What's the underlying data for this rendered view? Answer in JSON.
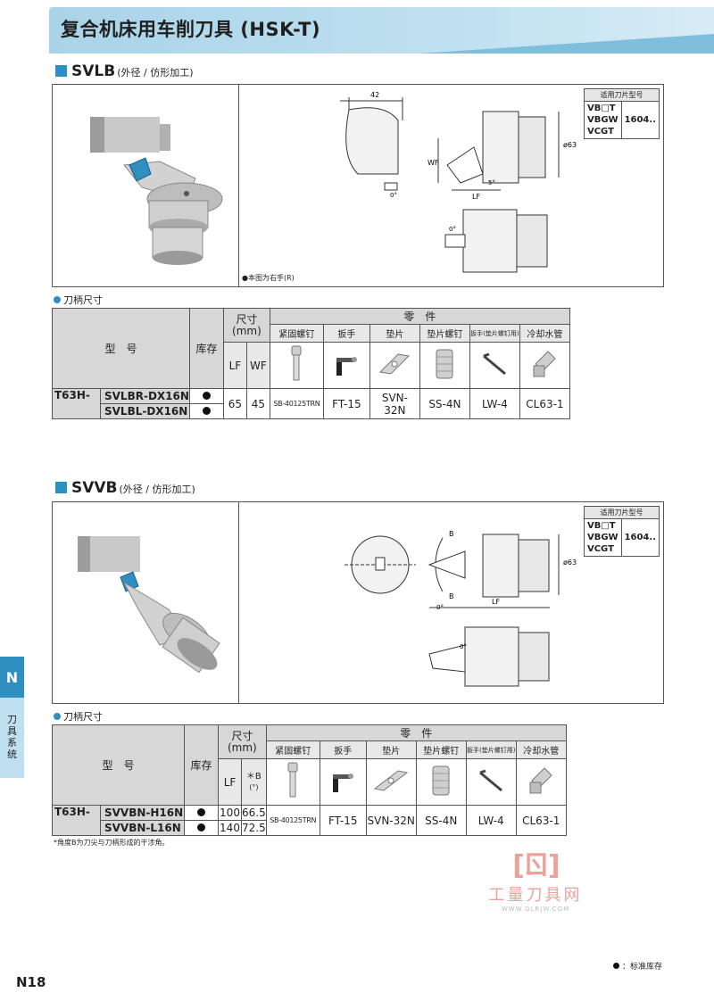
{
  "page": {
    "title": "复合机床用车削刀具 (HSK-T)",
    "number": "N18"
  },
  "side_tab": {
    "letter": "N",
    "label": "刀具系统"
  },
  "section1": {
    "name": "SVLB",
    "sub": "(外径 / 仿形加工)",
    "note": "●本图为右手(R)",
    "insert_header": "适用刀片型号",
    "insert_codes": [
      "VB□T",
      "VBGW",
      "VCGT"
    ],
    "insert_size": "1604..",
    "dim_labels": {
      "d42": "42",
      "wf": "WF",
      "lf": "LF",
      "phi": "ø63",
      "a5": "5°",
      "a0": "0°"
    }
  },
  "section2": {
    "name": "SVVB",
    "sub": "(外径 / 仿形加工)",
    "insert_header": "适用刀片型号",
    "insert_codes": [
      "VB□T",
      "VBGW",
      "VCGT"
    ],
    "insert_size": "1604..",
    "dim_labels": {
      "b": "B",
      "lf": "LF",
      "phi": "ø63",
      "a0": "0°"
    }
  },
  "dims_caption": "刀柄尺寸",
  "table1": {
    "h_model": "型　号",
    "h_stock": "库存",
    "h_size": "尺寸\n(mm)",
    "h_parts": "零　件",
    "h_lf": "LF",
    "h_wf": "WF",
    "parts": [
      "紧固螺钉",
      "扳手",
      "垫片",
      "垫片螺钉",
      "扳手(垫片螺钉用)",
      "冷却水管"
    ],
    "prefix": "T63H-",
    "rows": [
      {
        "model": "SVLBR-DX16N"
      },
      {
        "model": "SVLBL-DX16N"
      }
    ],
    "lf": "65",
    "wf": "45",
    "screw": "SB-40125TRN",
    "wrench": "FT-15",
    "shim": "SVN-32N",
    "shim_screw": "SS-4N",
    "shim_wrench": "LW-4",
    "coolant": "CL63-1"
  },
  "table2": {
    "h_model": "型　号",
    "h_stock": "库存",
    "h_size": "尺寸\n(mm)",
    "h_parts": "零　件",
    "h_lf": "LF",
    "h_b": "＊B",
    "h_b_unit": "(°)",
    "parts": [
      "紧固螺钉",
      "扳手",
      "垫片",
      "垫片螺钉",
      "扳手(垫片螺钉用)",
      "冷却水管"
    ],
    "prefix": "T63H-",
    "rows": [
      {
        "model": "SVVBN-H16N",
        "lf": "100",
        "b": "66.5"
      },
      {
        "model": "SVVBN-L16N",
        "lf": "140",
        "b": "72.5"
      }
    ],
    "screw": "SB-40125TRN",
    "wrench": "FT-15",
    "shim": "SVN-32N",
    "shim_screw": "SS-4N",
    "shim_wrench": "LW-4",
    "coolant": "CL63-1",
    "footnote": "*角度B为刀尖与刀柄形成的干涉角。"
  },
  "watermark": {
    "name": "工量刀具网",
    "url": "WWW.GLRJW.COM"
  },
  "legend": "：标准库存"
}
